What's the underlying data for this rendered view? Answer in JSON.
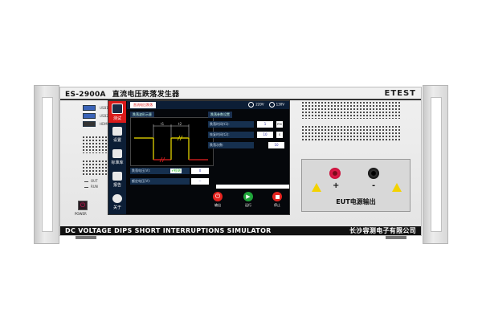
{
  "device": {
    "model": "ES-2900A",
    "title_cn": "直流电压跌落发生器",
    "brand": "ETEST",
    "subtitle": "DC VOLTAGE DIPS SHORT INTERRUPTIONS SIMULATOR",
    "manufacturer": "长沙容测电子有限公司"
  },
  "front_panel": {
    "ports": [
      {
        "label": "USB1"
      },
      {
        "label": "USB2"
      },
      {
        "label": "HDMI"
      }
    ],
    "leds": [
      {
        "label": "OUT"
      },
      {
        "label": "RUN"
      }
    ],
    "power_label": "POWER"
  },
  "screen": {
    "sidebar": [
      {
        "label": "测试",
        "icon": "waveform-icon",
        "active": true
      },
      {
        "label": "设置",
        "icon": "settings-icon"
      },
      {
        "label": "标准库",
        "icon": "document-icon"
      },
      {
        "label": "报告",
        "icon": "clipboard-icon"
      },
      {
        "label": "关于",
        "icon": "info-icon"
      }
    ],
    "active_tab": "直流电压跌落",
    "voltage_options": [
      "220V",
      "130V"
    ],
    "waveform_panel_title": "跌落波形示意",
    "waveform_markers": [
      "t1",
      "t2"
    ],
    "params_title": "跌落参数设置",
    "params": [
      {
        "label": "跌落时间(t1):",
        "value": "1",
        "unit": "ms"
      },
      {
        "label": "恢复时间(t2):",
        "value": "10",
        "unit": "s"
      },
      {
        "label": "跌落次数:",
        "value": "10",
        "unit": ""
      }
    ],
    "dip_voltage": {
      "label": "跌落电压(V):",
      "check_label": "检测",
      "value": "0"
    },
    "rated_voltage": {
      "label": "额定电压(V):",
      "value": "--"
    },
    "controls": [
      {
        "label": "输出",
        "icon": "power-icon",
        "color": "#e5231f"
      },
      {
        "label": "运行",
        "icon": "play-icon",
        "color": "#1fa53a"
      },
      {
        "label": "停止",
        "icon": "stop-icon",
        "color": "#e5231f"
      }
    ]
  },
  "output_panel": {
    "positive": "+",
    "negative": "-",
    "label": "EUT电源输出"
  },
  "colors": {
    "accent_red": "#d91a1a",
    "screen_bg": "#05070b",
    "sidebar_bg": "#0c1e36",
    "waveform_yellow": "#f2e200",
    "waveform_red": "#e52020"
  }
}
